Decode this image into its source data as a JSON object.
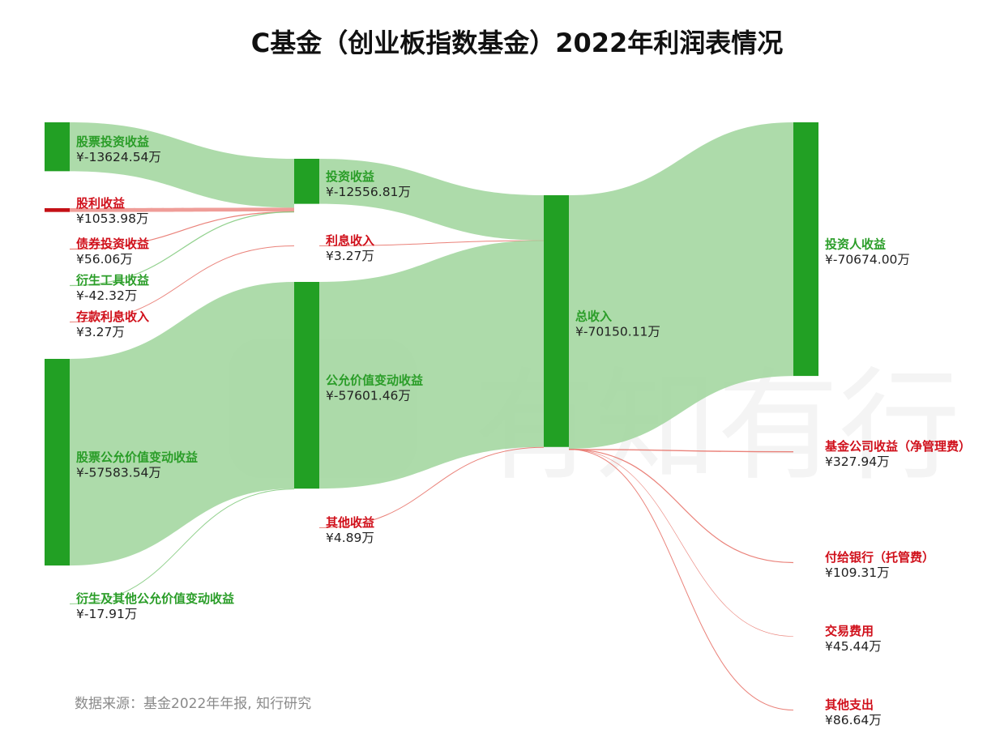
{
  "title": "C基金（创业板指数基金）2022年利润表情况",
  "source": "数据来源：基金2022年年报, 知行研究",
  "watermark": "有知有行",
  "colors": {
    "positive_text": "#d0101b",
    "negative_text": "#2a9d28",
    "node_fill": "#22a024",
    "node_fill_red": "#c41016",
    "flow_green": "#9fd59b",
    "flow_red": "#e8746c",
    "thin_green": "#86cc82"
  },
  "chart_data": {
    "type": "sankey",
    "unit": "万",
    "nodes": [
      {
        "id": "stock_inv",
        "name": "股票投资收益",
        "value_label": "¥-13624.54万",
        "value": -13624.54,
        "column": 0
      },
      {
        "id": "dividend",
        "name": "股利收益",
        "value_label": "¥1053.98万",
        "value": 1053.98,
        "column": 0
      },
      {
        "id": "bond_inv",
        "name": "债券投资收益",
        "value_label": "¥56.06万",
        "value": 56.06,
        "column": 0
      },
      {
        "id": "deriv",
        "name": "衍生工具收益",
        "value_label": "¥-42.32万",
        "value": -42.32,
        "column": 0
      },
      {
        "id": "deposit_int",
        "name": "存款利息收入",
        "value_label": "¥3.27万",
        "value": 3.27,
        "column": 0
      },
      {
        "id": "stock_fv",
        "name": "股票公允价值变动收益",
        "value_label": "¥-57583.54万",
        "value": -57583.54,
        "column": 0
      },
      {
        "id": "deriv_fv",
        "name": "衍生及其他公允价值变动收益",
        "value_label": "¥-17.91万",
        "value": -17.91,
        "column": 0
      },
      {
        "id": "inv_income",
        "name": "投资收益",
        "value_label": "¥-12556.81万",
        "value": -12556.81,
        "column": 1
      },
      {
        "id": "interest",
        "name": "利息收入",
        "value_label": "¥3.27万",
        "value": 3.27,
        "column": 1
      },
      {
        "id": "fv_change",
        "name": "公允价值变动收益",
        "value_label": "¥-57601.46万",
        "value": -57601.46,
        "column": 1
      },
      {
        "id": "other_income",
        "name": "其他收益",
        "value_label": "¥4.89万",
        "value": 4.89,
        "column": 1
      },
      {
        "id": "total",
        "name": "总收入",
        "value_label": "¥-70150.11万",
        "value": -70150.11,
        "column": 2
      },
      {
        "id": "investor",
        "name": "投资人收益",
        "value_label": "¥-70674.00万",
        "value": -70674.0,
        "column": 3
      },
      {
        "id": "mgmt_fee",
        "name": "基金公司收益（净管理费）",
        "value_label": "¥327.94万",
        "value": 327.94,
        "column": 3
      },
      {
        "id": "custody_fee",
        "name": "付给银行（托管费）",
        "value_label": "¥109.31万",
        "value": 109.31,
        "column": 3
      },
      {
        "id": "trade_fee",
        "name": "交易费用",
        "value_label": "¥45.44万",
        "value": 45.44,
        "column": 3
      },
      {
        "id": "other_exp",
        "name": "其他支出",
        "value_label": "¥86.64万",
        "value": 86.64,
        "column": 3
      }
    ],
    "links": [
      {
        "source": "stock_inv",
        "target": "inv_income",
        "value": -13624.54
      },
      {
        "source": "dividend",
        "target": "inv_income",
        "value": 1053.98
      },
      {
        "source": "bond_inv",
        "target": "inv_income",
        "value": 56.06
      },
      {
        "source": "deriv",
        "target": "inv_income",
        "value": -42.32
      },
      {
        "source": "deposit_int",
        "target": "interest",
        "value": 3.27
      },
      {
        "source": "stock_fv",
        "target": "fv_change",
        "value": -57583.54
      },
      {
        "source": "deriv_fv",
        "target": "fv_change",
        "value": -17.91
      },
      {
        "source": "inv_income",
        "target": "total",
        "value": -12556.81
      },
      {
        "source": "interest",
        "target": "total",
        "value": 3.27
      },
      {
        "source": "fv_change",
        "target": "total",
        "value": -57601.46
      },
      {
        "source": "other_income",
        "target": "total",
        "value": 4.89
      },
      {
        "source": "total",
        "target": "investor",
        "value": -70674.0
      },
      {
        "source": "total",
        "target": "mgmt_fee",
        "value": 327.94
      },
      {
        "source": "total",
        "target": "custody_fee",
        "value": 109.31
      },
      {
        "source": "total",
        "target": "trade_fee",
        "value": 45.44
      },
      {
        "source": "total",
        "target": "other_exp",
        "value": 86.64
      }
    ]
  }
}
